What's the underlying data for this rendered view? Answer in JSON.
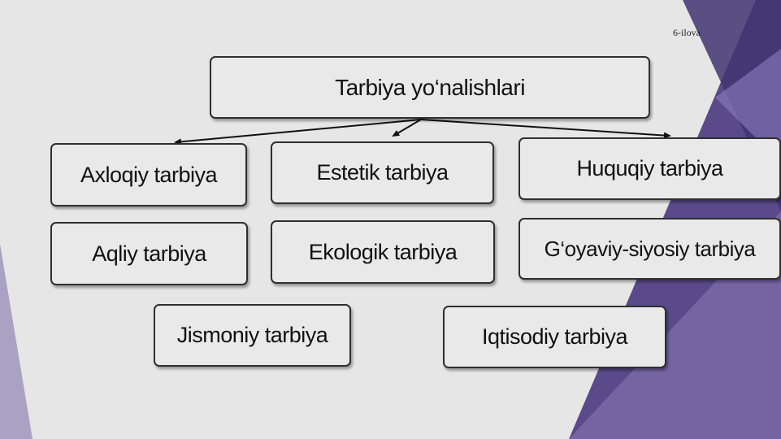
{
  "annex_label": "6-ilova",
  "root": {
    "label": "Tarbiya yo‘nalishlari"
  },
  "nodes": [
    {
      "label": "Axloqiy tarbiya"
    },
    {
      "label": "Estetik tarbiya"
    },
    {
      "label": "Huquqiy tarbiya"
    },
    {
      "label": "Aqliy tarbiya"
    },
    {
      "label": "Ekologik tarbiya"
    },
    {
      "label": "G‘oyaviy-siyosiy tarbiya"
    },
    {
      "label": "Jismoniy tarbiya"
    },
    {
      "label": "Iqtisodiy tarbiya"
    }
  ],
  "colors": {
    "background": "#e6e6e6",
    "accent_purple": "#5b4a8a",
    "box_fill": "#e9e9e9",
    "box_border": "#2f2f2f"
  }
}
